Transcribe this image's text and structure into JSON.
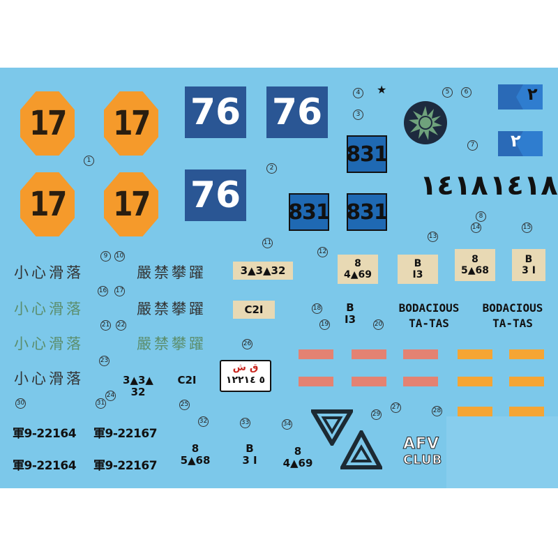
{
  "callouts": [
    "1",
    "2",
    "3",
    "4",
    "5",
    "6",
    "7",
    "8",
    "9",
    "10",
    "11",
    "12",
    "13",
    "14",
    "15",
    "16",
    "17",
    "18",
    "19",
    "20",
    "21",
    "22",
    "23",
    "24",
    "25",
    "26",
    "27",
    "28",
    "29",
    "30",
    "31",
    "32",
    "33",
    "34"
  ],
  "octagons": [
    "17",
    "17",
    "17",
    "17"
  ],
  "blue_squares": [
    "76",
    "76",
    "76"
  ],
  "plates_831": [
    "831",
    "831",
    "831"
  ],
  "arabic_numbers": [
    "١٤١٨",
    "١٤١٨"
  ],
  "flag_numerals": [
    "٢",
    "٢"
  ],
  "chinese_1": "小心滑落",
  "chinese_2": "嚴禁攀躍",
  "sand_tags": {
    "a": "3▲3▲32",
    "b": "C2I",
    "t1_top": "8",
    "t1_bot": "4▲69",
    "t2_top": "B",
    "t2_bot": "I3",
    "t3_top": "8",
    "t3_bot": "5▲68",
    "t4_top": "B",
    "t4_bot": "3 I"
  },
  "black_marks": {
    "b13_top": "B",
    "b13_bot": "I3",
    "code_top": "3▲3▲",
    "code_bot": "32",
    "c21": "C2I",
    "m32_top": "8",
    "m32_bot": "5▲68",
    "m33_top": "B",
    "m33_bot": "3 I",
    "m34_top": "8",
    "m34_bot": "4▲69"
  },
  "bodacious_line1": "BODACIOUS",
  "bodacious_line2": "TA-TAS",
  "license_plate": {
    "top": "ق ش",
    "bottom": "٥ ١٢٢١٤"
  },
  "serials": [
    "軍9-22164",
    "軍9-22167",
    "軍9-22164",
    "軍9-22167"
  ],
  "logo": {
    "line1": "AFV",
    "line2": "CLUB"
  },
  "colors": {
    "background": "#7cc8ea",
    "orange": "#f59a2b",
    "navy": "#2a5694",
    "plate_blue": "#1f69b3",
    "sand": "#e8d9b4",
    "red_bar": "#e48272",
    "orange_bar": "#f5a534"
  }
}
